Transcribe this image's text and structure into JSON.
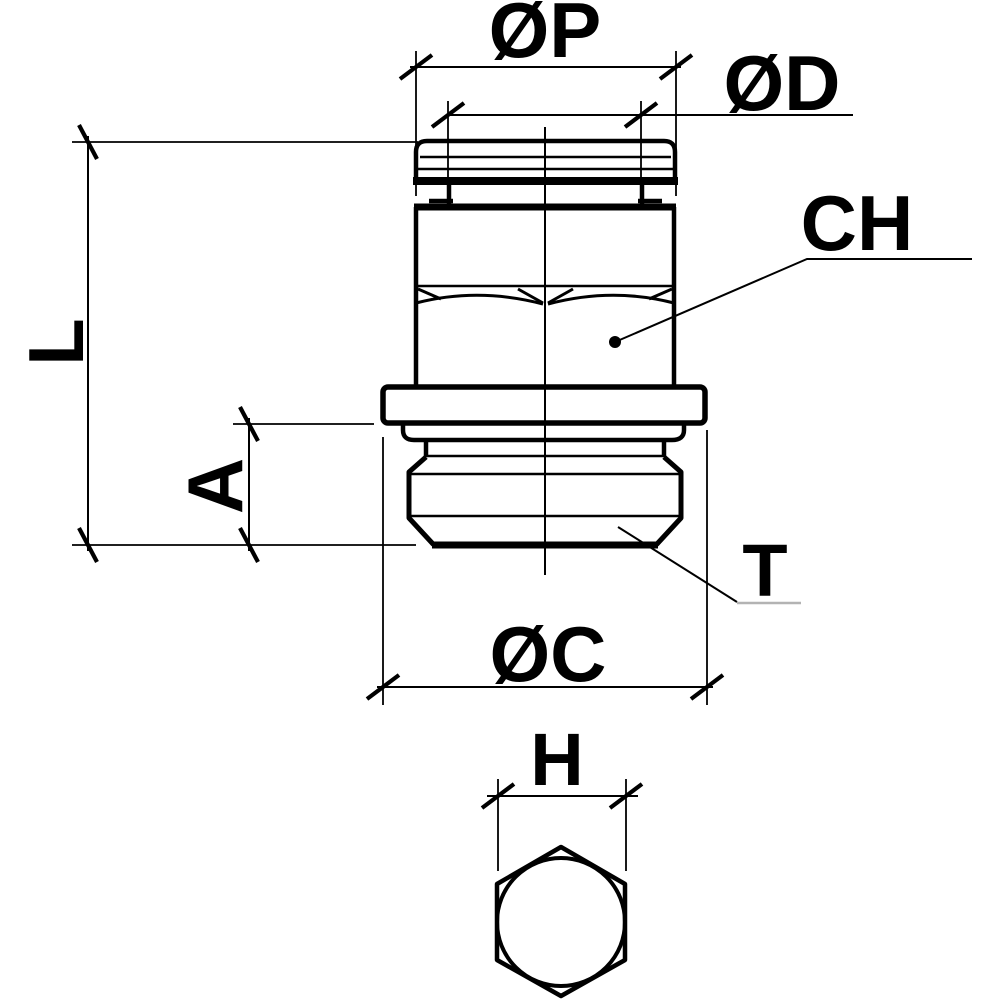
{
  "drawing": {
    "kind": "technical dimension drawing of push-in pneumatic fitting (front view and hex end view)",
    "colors": {
      "background": "#ffffff",
      "line": "#000000",
      "t_leader_underline": "#b3b3b3"
    },
    "labels": {
      "op": "ØP",
      "od": "ØD",
      "ch": "CH",
      "l": "L",
      "a": "A",
      "t": "T",
      "oc": "ØC",
      "h": "H"
    }
  }
}
